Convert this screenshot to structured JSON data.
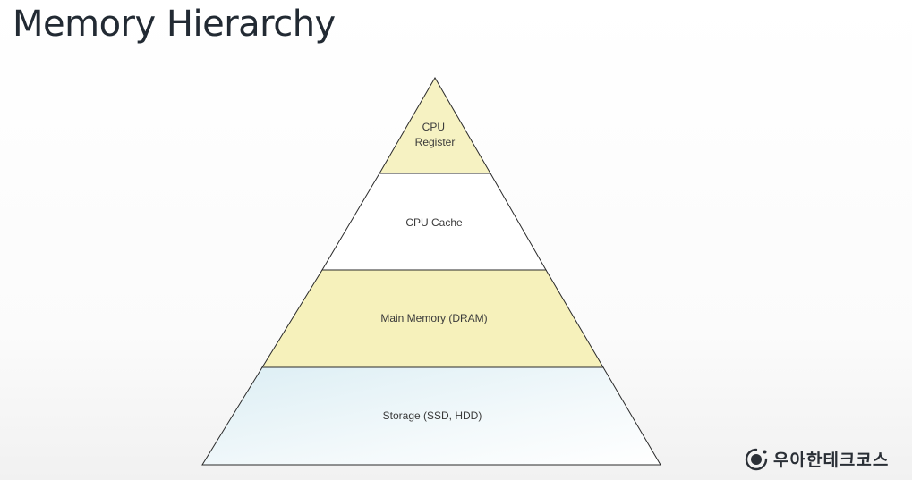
{
  "title": "Memory Hierarchy",
  "pyramid": {
    "tiers": [
      {
        "lines": [
          "CPU",
          "Register"
        ],
        "color": "#f6f2c2"
      },
      {
        "lines": [
          "CPU Cache"
        ],
        "color": "#ffffff"
      },
      {
        "lines": [
          "Main Memory (DRAM)"
        ],
        "color": "#f6f1bb"
      },
      {
        "lines": [
          "Storage (SSD, HDD)"
        ],
        "color": "#e9f3f6"
      }
    ]
  },
  "brand": {
    "name": "우아한테크코스",
    "icon": "brand-logo-icon"
  }
}
